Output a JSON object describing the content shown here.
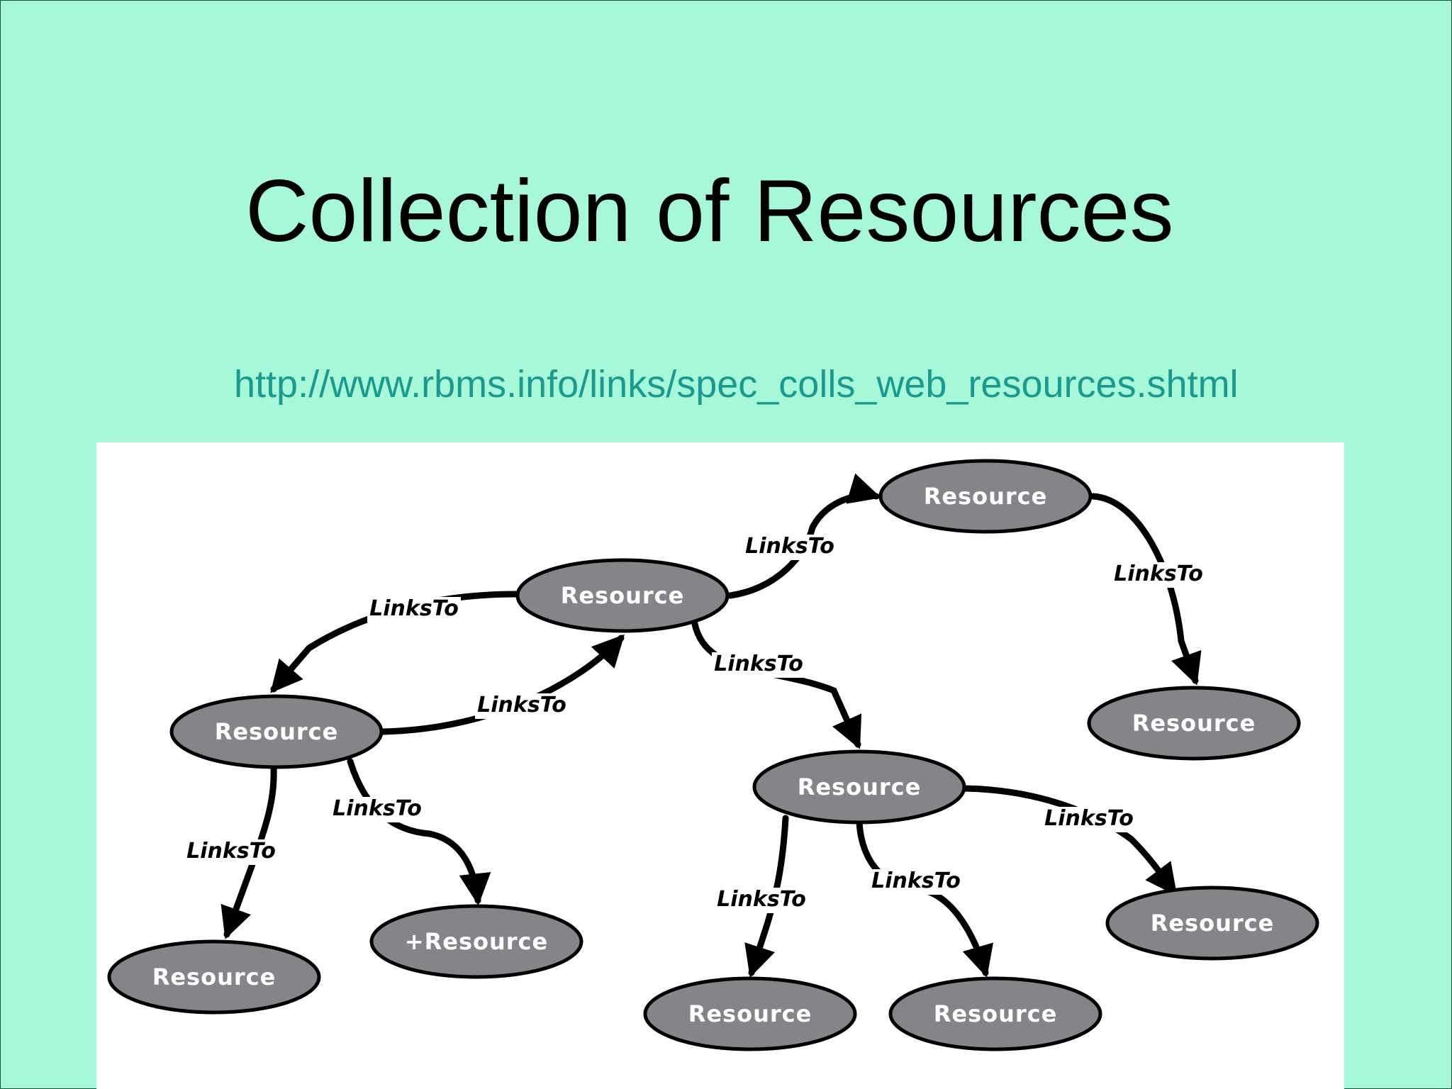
{
  "slide": {
    "title": "Collection of Resources",
    "url": "http://www.rbms.info/links/spec_colls_web_resources.shtml",
    "background_color": "#a6f8d8",
    "url_color": "#1a9a8e"
  },
  "diagram": {
    "node_color": "#858489",
    "edge_label": "LinksTo",
    "nodes": [
      {
        "id": "top-right",
        "label": "Resource"
      },
      {
        "id": "center",
        "label": "Resource"
      },
      {
        "id": "right-mid",
        "label": "Resource"
      },
      {
        "id": "left",
        "label": "Resource"
      },
      {
        "id": "mid",
        "label": "Resource"
      },
      {
        "id": "far-right",
        "label": "Resource"
      },
      {
        "id": "bottom-left",
        "label": "Resource"
      },
      {
        "id": "plus",
        "label": "+Resource"
      },
      {
        "id": "bottom-mid-left",
        "label": "Resource"
      },
      {
        "id": "bottom-mid-right",
        "label": "Resource"
      }
    ],
    "edges": [
      {
        "from": "center",
        "to": "top-right",
        "label": "LinksTo"
      },
      {
        "from": "top-right",
        "to": "right-mid",
        "label": "LinksTo"
      },
      {
        "from": "center",
        "to": "left",
        "label": "LinksTo"
      },
      {
        "from": "left",
        "to": "center",
        "label": "LinksTo"
      },
      {
        "from": "center",
        "to": "mid",
        "label": "LinksTo"
      },
      {
        "from": "left",
        "to": "bottom-left",
        "label": "LinksTo"
      },
      {
        "from": "left",
        "to": "plus",
        "label": "LinksTo"
      },
      {
        "from": "mid",
        "to": "far-right",
        "label": "LinksTo"
      },
      {
        "from": "mid",
        "to": "bottom-mid-left",
        "label": "LinksTo"
      },
      {
        "from": "mid",
        "to": "bottom-mid-right",
        "label": "LinksTo"
      }
    ]
  }
}
